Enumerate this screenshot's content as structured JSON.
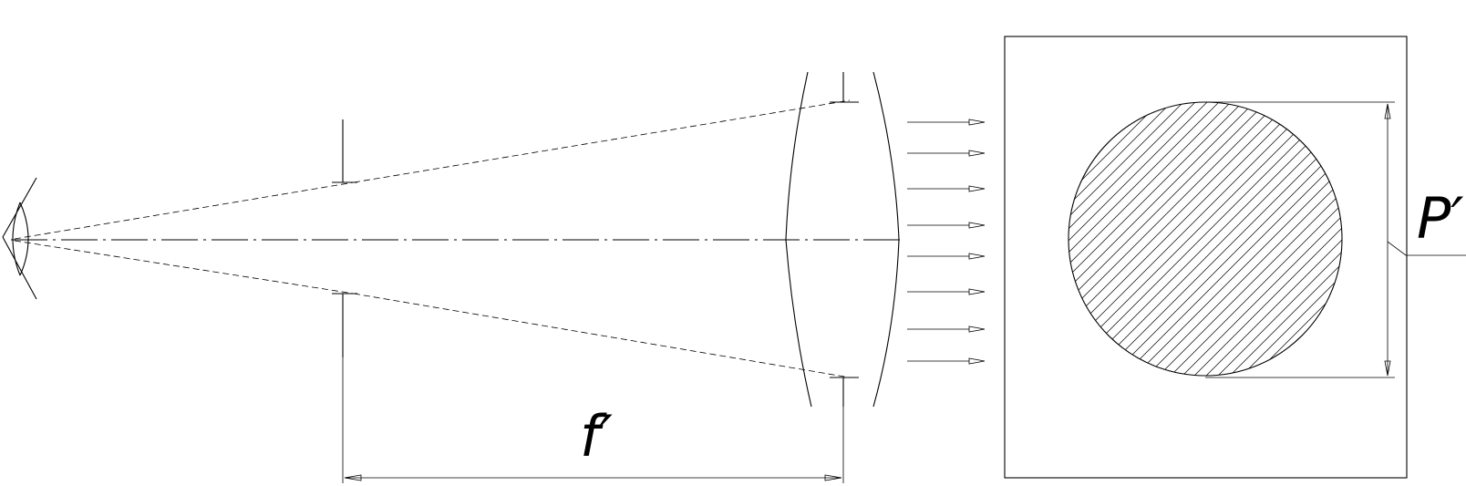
{
  "diagram": {
    "focal_length_label": "f′",
    "pupil_label": "P′"
  },
  "parallel_beam": {
    "arrow_count": 8
  }
}
